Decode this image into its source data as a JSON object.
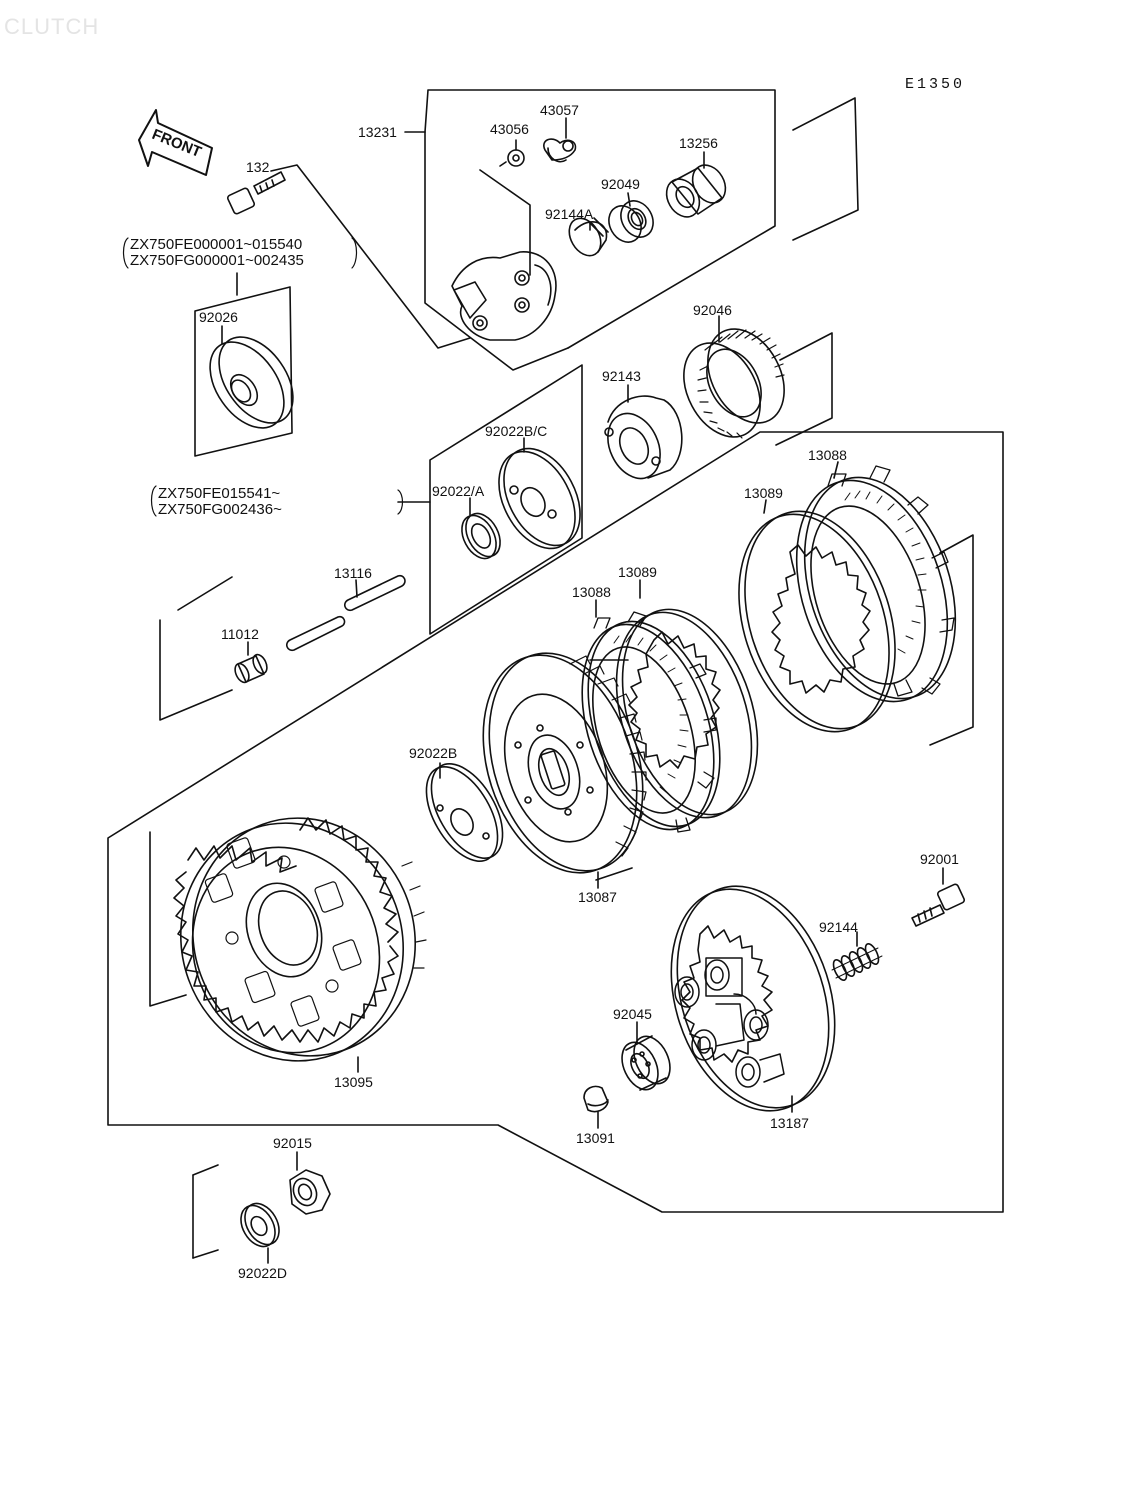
{
  "watermark": "CLUTCH",
  "diagram_code": "E1350",
  "front_arrow": "FRONT",
  "notes": {
    "serial_range_early": [
      "ZX750FE000001~015540",
      "ZX750FG000001~002435"
    ],
    "serial_range_late": [
      "ZX750FE015541~",
      "ZX750FG002436~"
    ]
  },
  "parts": {
    "p132": "132",
    "p13231": "13231",
    "p43056": "43056",
    "p43057": "43057",
    "p13256": "13256",
    "p92049": "92049",
    "p92144A": "92144A",
    "p92026": "92026",
    "p92046": "92046",
    "p92143": "92143",
    "p92022BC": "92022B/C",
    "p92022A": "92022/A",
    "p13088a": "13088",
    "p13089a": "13089",
    "p13116": "13116",
    "p11012": "11012",
    "p13088b": "13088",
    "p13089b": "13089",
    "p92022B": "92022B",
    "p13087": "13087",
    "p92001": "92001",
    "p92144": "92144",
    "p92045": "92045",
    "p13095": "13095",
    "p13091": "13091",
    "p13187": "13187",
    "p92015": "92015",
    "p92022D": "92022D"
  }
}
